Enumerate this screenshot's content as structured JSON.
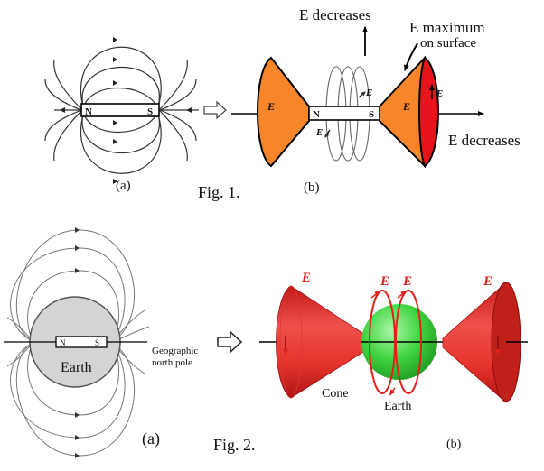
{
  "fig1": {
    "caption": "Fig. 1.",
    "panel_a": {
      "label": "(a)",
      "magnet_n": "N",
      "magnet_s": "S"
    },
    "panel_b": {
      "label": "(b)",
      "magnet_n": "N",
      "magnet_s": "S",
      "e_decreases_up": "E decreases",
      "e_decreases_right": "E decreases",
      "e_max_line1": "E maximum",
      "e_max_line2": "on surface",
      "e_symbol": "E",
      "colors": {
        "cone": "#f7862a",
        "cone_surface": "#e8141b"
      }
    }
  },
  "fig2": {
    "caption": "Fig. 2.",
    "panel_a": {
      "label": "(a)",
      "magnet_n": "N",
      "magnet_s": "S",
      "earth_label": "Earth",
      "pole_label_line1": "Geographic",
      "pole_label_line2": "north pole",
      "colors": {
        "earth": "#d4d4d4"
      }
    },
    "panel_b": {
      "label": "(b)",
      "e_symbol": "E",
      "cone_label": "Cone",
      "earth_label": "Earth",
      "colors": {
        "cone": "#e83a32",
        "earth": "#3fd33f"
      }
    }
  },
  "icons": [
    "hollow-right-arrow-icon",
    "up-arrow-icon",
    "right-arrow-icon"
  ]
}
